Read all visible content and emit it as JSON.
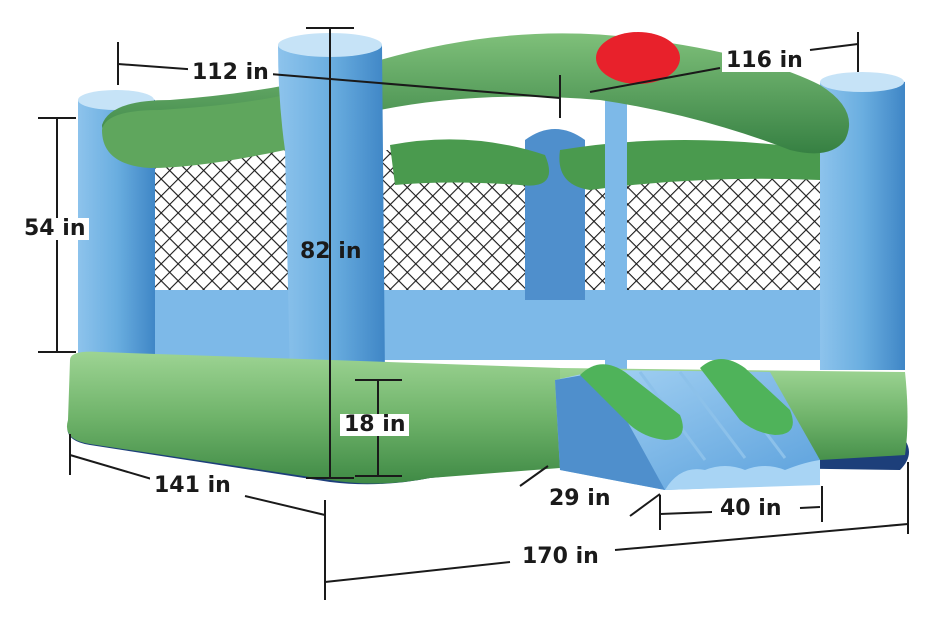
{
  "dimensions": {
    "top_left_width": "112 in",
    "top_right_width": "116 in",
    "wall_height": "54 in",
    "tower_height": "82 in",
    "base_height": "18 in",
    "side_length": "141 in",
    "slide_length": "29 in",
    "slide_width": "40 in",
    "total_length": "170 in"
  },
  "colors": {
    "green": "#6fb36a",
    "dark_green": "#2f7a3d",
    "blue": "#6aaee0",
    "dark_blue": "#2f6fb0",
    "red": "#e8212b",
    "navy": "#1d3f7a"
  }
}
